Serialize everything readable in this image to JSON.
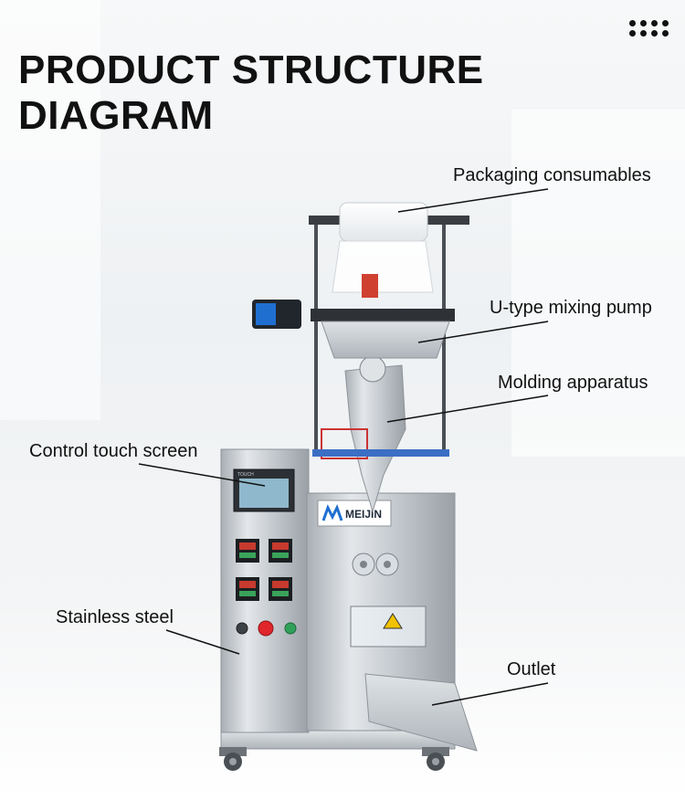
{
  "header": {
    "title_line1": "PRODUCT STRUCTURE",
    "title_line2": "DIAGRAM",
    "menu_icon": "dots-grid-icon"
  },
  "machine": {
    "brand": "MEIJIN",
    "screen_label": "TOUCH"
  },
  "callouts": {
    "packaging": "Packaging consumables",
    "pump": "U-type mixing pump",
    "molding": "Molding apparatus",
    "control": "Control touch screen",
    "steel": "Stainless steel",
    "outlet": "Outlet"
  },
  "colors": {
    "stainless": "#c9ced3",
    "accent_blue": "#1f6fd1",
    "emergency_red": "#e0262a",
    "start_green": "#2fa05a"
  }
}
